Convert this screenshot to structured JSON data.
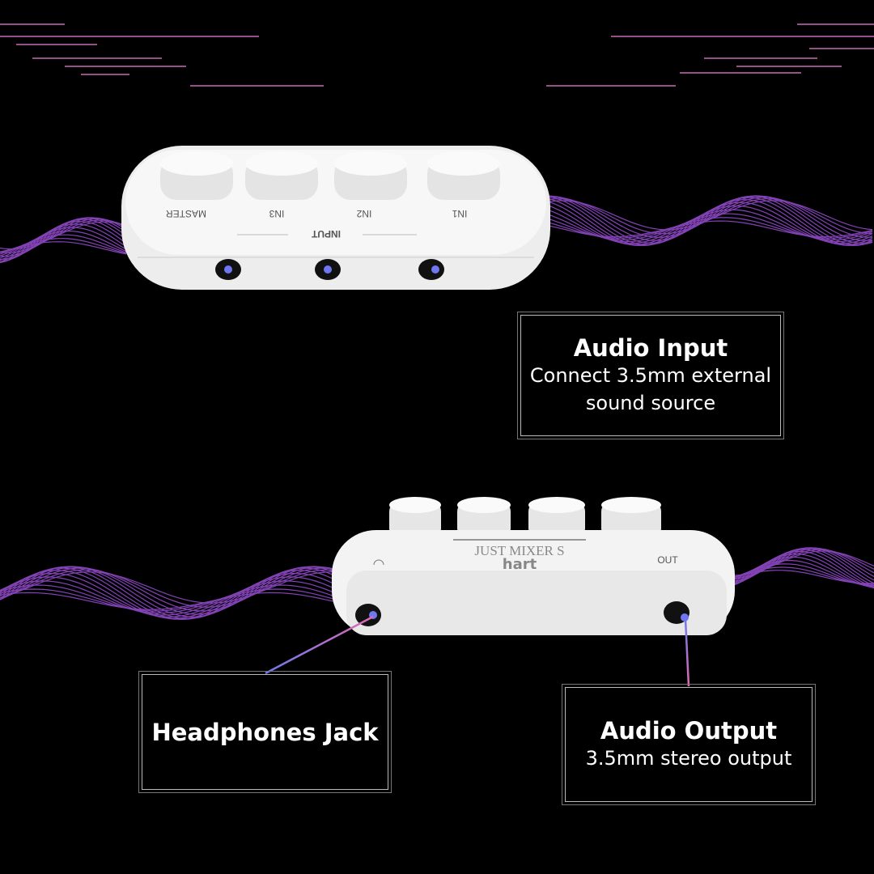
{
  "colors": {
    "background": "#000000",
    "wave": "#9b4fd6",
    "line_pink": "#e06ab0",
    "line_blue": "#6f78f0",
    "device": "#f2f2f2"
  },
  "device_top": {
    "knob_labels": [
      "MASTER",
      "IN3",
      "IN2",
      "IN1"
    ],
    "section_label": "INPUT"
  },
  "device_bottom": {
    "model": "JUST MIXER S",
    "brand": "hart",
    "port_label": "OUT",
    "headphone_icon": "headphones-icon"
  },
  "callouts": {
    "audio_input": {
      "title": "Audio Input",
      "subtitle": "Connect 3.5mm external sound source"
    },
    "headphones": {
      "title": "Headphones Jack"
    },
    "audio_output": {
      "title": "Audio Output",
      "subtitle": "3.5mm stereo output"
    }
  }
}
